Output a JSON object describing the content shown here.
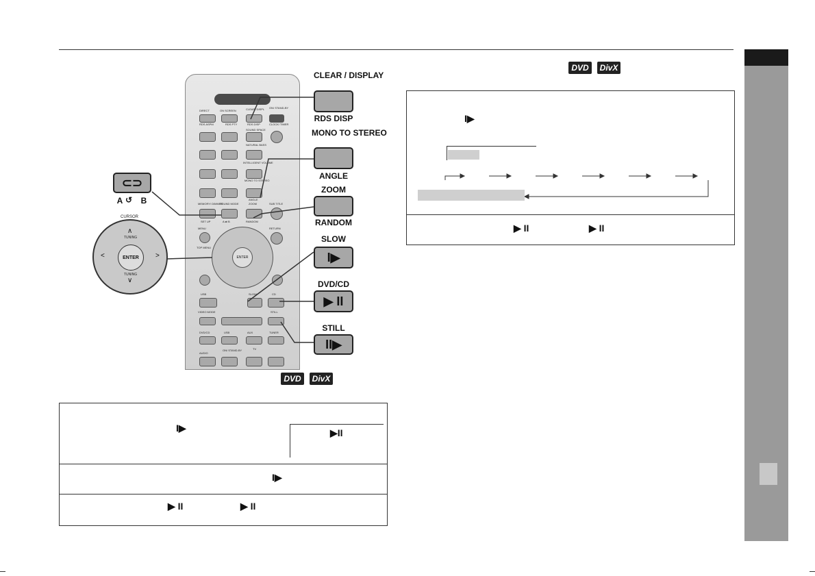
{
  "remote": {
    "labels": {
      "direct": "DIRECT",
      "on_screen": "ON SCREEN",
      "clear_displ": "CLEAR/ DISPL",
      "on_standby": "ON/ STAND-BY",
      "rds_aspm": "RDS ASPM",
      "rds_pty": "RDS PTY",
      "rds_disp": "RDS DISP",
      "clock_timer": "CLOCK/ TIMER",
      "sound_space": "SOUND SPACE",
      "natural_bass": "NATURAL BASS",
      "intelligent_volume": "INTELLIGENT VOLUME",
      "mono_to_stereo": "MONO TO STEREO",
      "angle": "ANGLE",
      "memory_dimmer": "MEMORY/ DIMMER",
      "sound_mode": "SOUND MODE",
      "zoom": "ZOOM",
      "sub_title": "SUB TITLE",
      "set_up": "SET UP",
      "random": "RANDOM",
      "ab": "A ⇄ B",
      "menu": "MENU",
      "top_menu": "TOP MENU",
      "return": "RETURN",
      "enter": "ENTER",
      "tuning": "TUNING",
      "usb": "USB",
      "slow": "SLOW",
      "cd": "CD",
      "video_mode": "VIDEO MODE",
      "still": "STILL",
      "dvd_cd": "DVD/CD",
      "usb2": "USB",
      "aux": "AUX",
      "tuner": "TUNER",
      "audio": "AUDIO",
      "on_standby2": "ON/ STAND-BY",
      "tv": "TV"
    }
  },
  "callouts": {
    "clear_display": "CLEAR / DISPLAY",
    "rds_disp": "RDS DISP",
    "mono_to_stereo": "MONO TO STEREO",
    "angle": "ANGLE",
    "zoom": "ZOOM",
    "random": "RANDOM",
    "slow": "SLOW",
    "dvd_cd": "DVD/CD",
    "still": "STILL",
    "a_b": "A",
    "b": "B",
    "cursor": "CURSOR",
    "enter": "ENTER",
    "tuning": "TUNING"
  },
  "logos": {
    "dvd": "DVD",
    "divx": "DivX"
  },
  "glyphs": {
    "slow_play": "I▶",
    "play_pause": "▶ II",
    "play_pause_alt": "▶II",
    "arrow": "→"
  }
}
